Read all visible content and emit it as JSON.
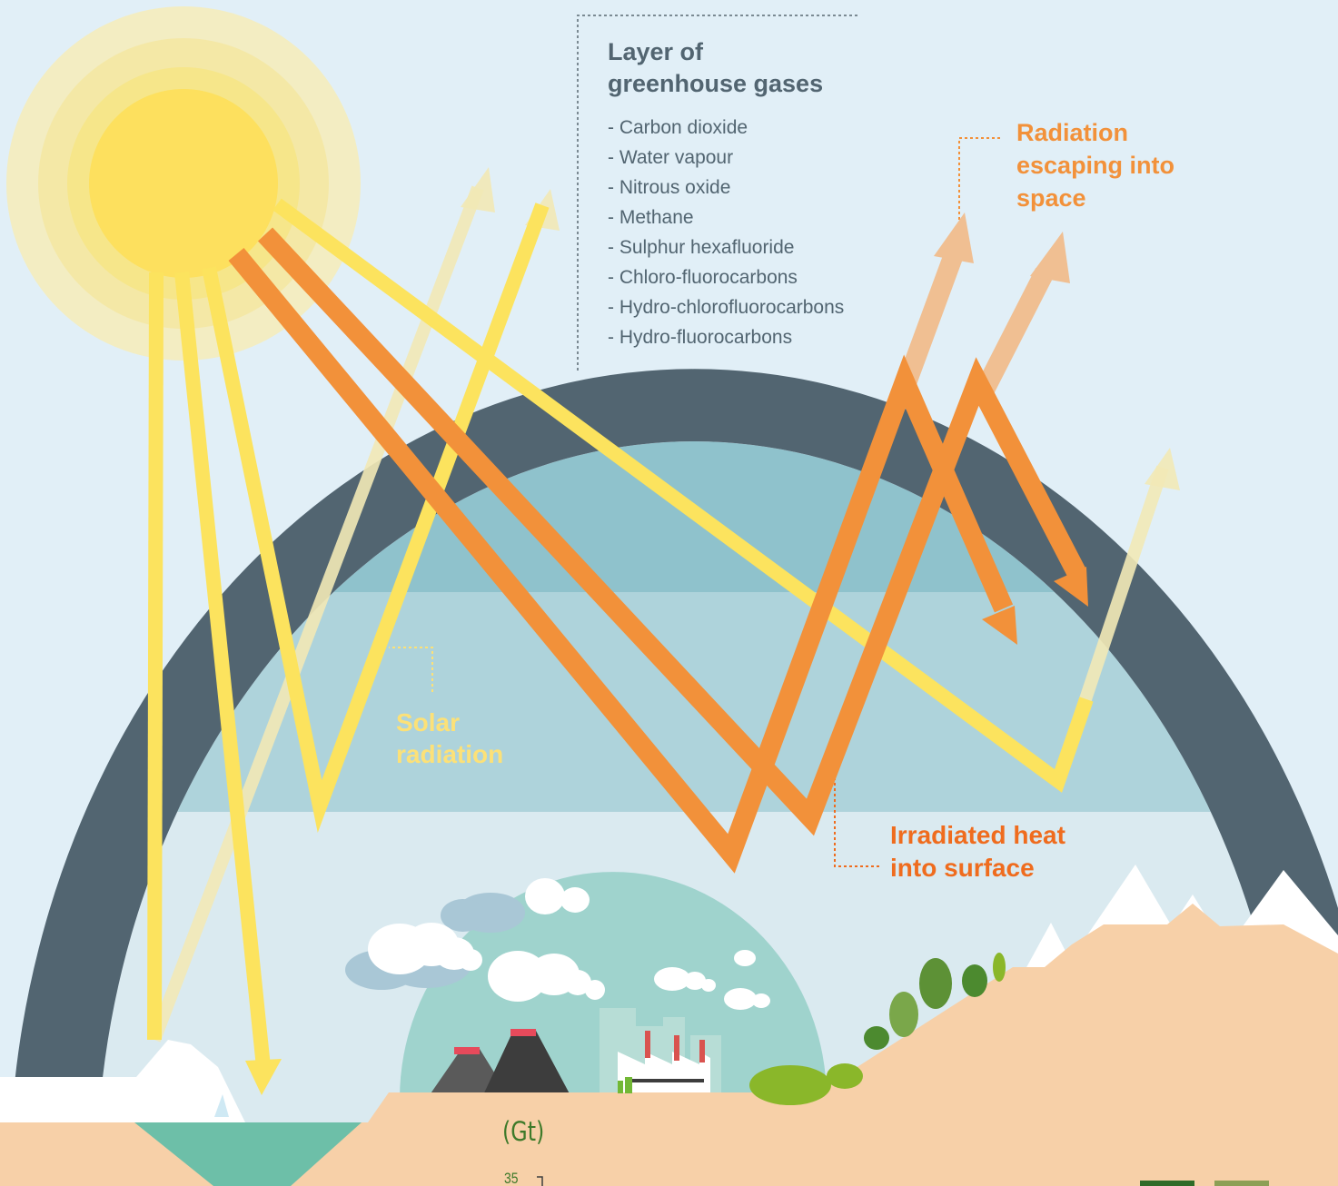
{
  "greenhouse_layer": {
    "title_line1": "Layer of",
    "title_line2": "greenhouse gases",
    "gases": [
      "- Carbon dioxide",
      "- Water vapour",
      "- Nitrous oxide",
      "- Methane",
      "- Sulphur hexafluoride",
      "- Chloro-fluorocarbons",
      "- Hydro-chlorofluorocarbons",
      "- Hydro-fluorocarbons"
    ]
  },
  "labels": {
    "radiation_escaping": [
      "Radiation",
      "escaping into",
      "space"
    ],
    "solar_radiation": [
      "Solar",
      "radiation"
    ],
    "irradiated_heat": [
      "Irradiated heat",
      "into surface"
    ]
  },
  "chart_fragment": {
    "unit": "(Gt)",
    "first_tick": "35"
  },
  "colors": {
    "background": "#e1eff7",
    "atmosphere_band": "#526571",
    "solar": "#fce35e",
    "heat": "#f2913a",
    "escaping": "#f0bf92",
    "ground": "#f7d0a8",
    "text_gray": "#526571",
    "orange_text": "#ef6c1e"
  },
  "icons": [
    "sun-icon",
    "volcano-icon",
    "factory-icon",
    "tree-icon",
    "cloud-icon",
    "mountain-icon",
    "iceberg-icon"
  ]
}
